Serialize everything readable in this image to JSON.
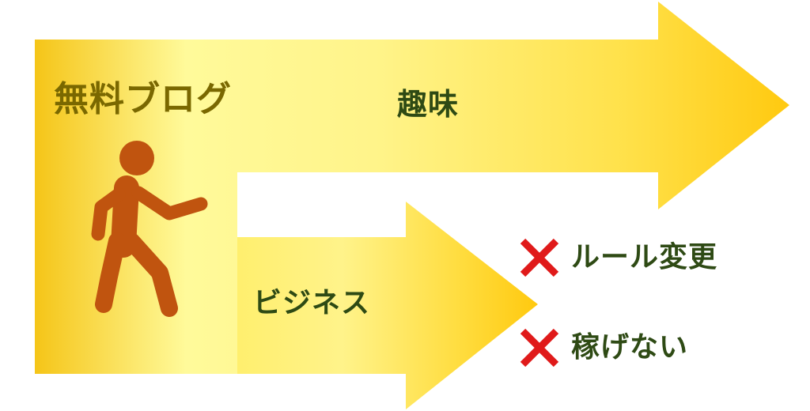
{
  "colors": {
    "arrow_gradient_edge": "#f5c518",
    "arrow_gradient_center": "#fffa9a",
    "arrow_tip": "#ffcb0f",
    "walker": "#c0540f",
    "start_text": "#7a6800",
    "label_text": "#2e4a14",
    "cross": "#e01a1a"
  },
  "icons": {
    "walker": "walking-person-icon",
    "cross": "red-x-icon"
  },
  "start": {
    "label": "無料ブログ"
  },
  "branches": {
    "hobby": {
      "label": "趣味"
    },
    "business": {
      "label": "ビジネス"
    }
  },
  "outcomes": [
    {
      "label": "ルール変更"
    },
    {
      "label": "稼げない"
    }
  ]
}
